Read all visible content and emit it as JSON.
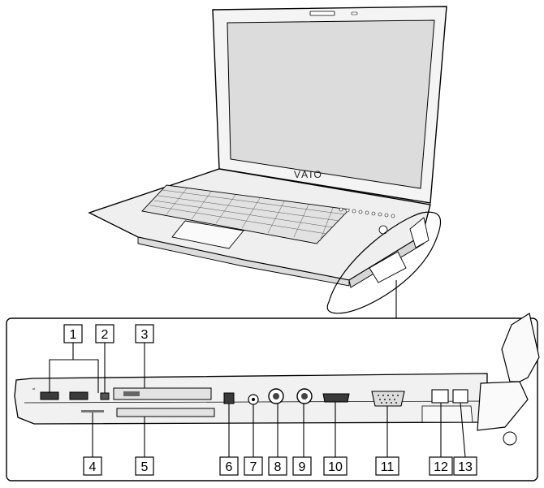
{
  "brand_logo": "VAIO",
  "callouts": [
    {
      "number": "1",
      "target": "usb-ports"
    },
    {
      "number": "2",
      "target": "wireless-switch"
    },
    {
      "number": "3",
      "target": "pc-card-slot"
    },
    {
      "number": "4",
      "target": "indicator"
    },
    {
      "number": "5",
      "target": "expresscard-slot"
    },
    {
      "number": "6",
      "target": "i-link-port"
    },
    {
      "number": "7",
      "target": "audio-jack"
    },
    {
      "number": "8",
      "target": "s-video-in"
    },
    {
      "number": "9",
      "target": "s-video-out"
    },
    {
      "number": "10",
      "target": "hdmi-port"
    },
    {
      "number": "11",
      "target": "monitor-port"
    },
    {
      "number": "12",
      "target": "network-port"
    },
    {
      "number": "13",
      "target": "modem-port"
    }
  ],
  "colors": {
    "line": "#000000",
    "device_fill": "#ececec",
    "screen": "#d6d6d6",
    "port": "#3a3a3a"
  }
}
